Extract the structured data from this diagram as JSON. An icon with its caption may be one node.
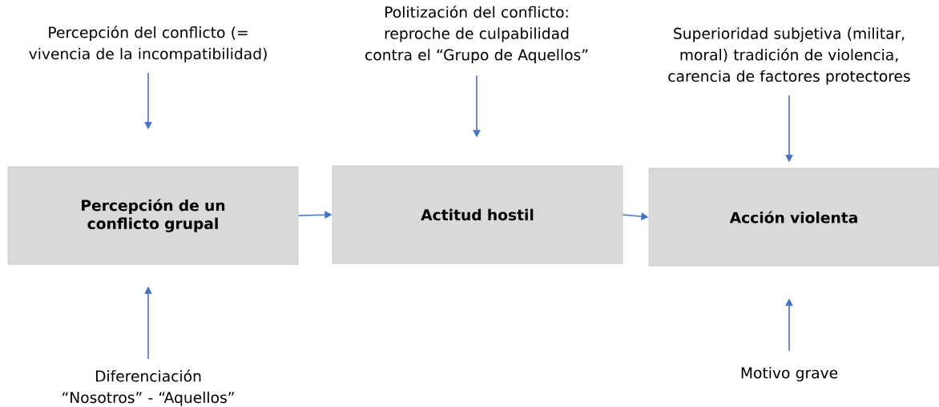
{
  "diagram": {
    "nodes": [
      {
        "text": [
          "Percepción del conflicto (= vivencia de la incompatibilidad)"
        ]
      },
      {
        "text": [
          "Politización del conflicto: reproche de culpabilidad contra el “Grupo de Aquellos”"
        ]
      },
      {
        "text": [
          "Superioridad subjetiva (militar, moral) tradición de violencia, carencia de factores protectores"
        ]
      },
      {
        "text": [
          "Percepción de un conflicto grupal"
        ]
      },
      {
        "text": [
          "Actitud hostil"
        ]
      },
      {
        "text": [
          "Acción violenta"
        ]
      },
      {
        "text": [
          "Diferenciación “Nosotros” - “Aquellos”"
        ]
      },
      {
        "text": [
          "Motivo grave"
        ]
      }
    ],
    "edges": [
      {
        "from": 0,
        "to": 3,
        "arrow": "to"
      },
      {
        "from": 1,
        "to": 4,
        "arrow": "to"
      },
      {
        "from": 2,
        "to": 5,
        "arrow": "to"
      },
      {
        "from": 6,
        "to": 3,
        "arrow": "to"
      },
      {
        "from": 7,
        "to": 5,
        "arrow": "to"
      },
      {
        "from": 3,
        "to": 4,
        "arrow": "to"
      },
      {
        "from": 4,
        "to": 5,
        "arrow": "to"
      }
    ]
  }
}
